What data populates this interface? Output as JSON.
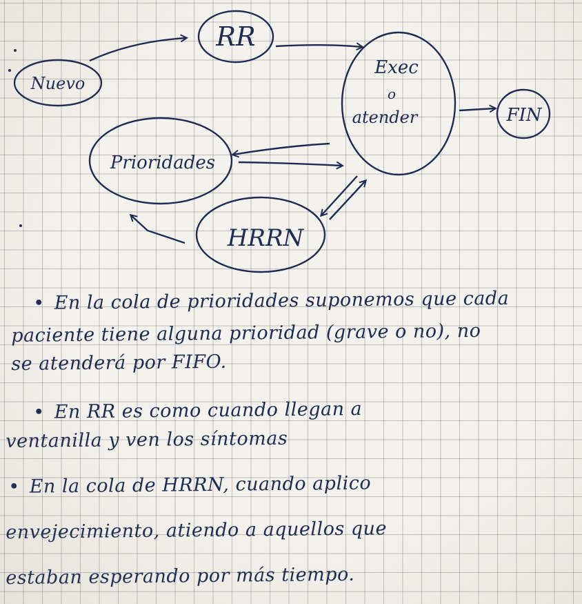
{
  "nodes": {
    "nuevo": "Nuevo",
    "rr": "RR",
    "exec_line1": "Exec",
    "exec_line2": "o",
    "exec_line3": "atender",
    "fin": "FIN",
    "prioridades": "Prioridades",
    "hrrn": "HRRN"
  },
  "notes": {
    "bullet": "•",
    "note1_line1": "En la cola de prioridades suponemos que cada",
    "note1_line2": "paciente tiene alguna prioridad (grave o no), no",
    "note1_line3": "se atenderá por FIFO.",
    "note2_line1": "En RR es como cuando llegan a",
    "note2_line2": "ventanilla y ven los síntomas",
    "note3_line1": "En la cola de HRRN, cuando aplico",
    "note3_line2": "envejecimiento, atiendo a aquellos que",
    "note3_line3": "estaban esperando por más tiempo."
  },
  "colors": {
    "ink": "#1f2a55",
    "paper": "#f4f2ec",
    "grid": "#4a4a4a"
  }
}
